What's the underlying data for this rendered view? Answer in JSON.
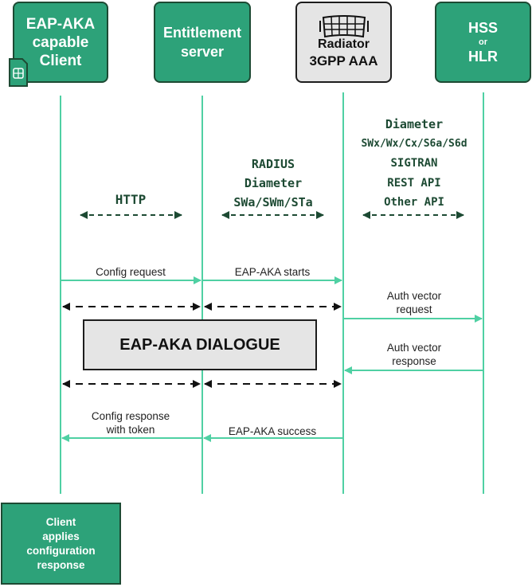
{
  "actors": {
    "client": "EAP-AKA\ncapable\nClient",
    "entitlement": "Entitlement\nserver",
    "aaa_brand": "Radiator",
    "aaa_sub": "3GPP AAA",
    "hss_line1": "HSS",
    "hss_or": "or",
    "hss_line2": "HLR"
  },
  "protocols": {
    "http": [
      "HTTP"
    ],
    "radius": [
      "RADIUS",
      "Diameter",
      "SWa/SWm/STa"
    ],
    "backend": [
      "Diameter",
      "SWx/Wx/Cx/S6a/S6d",
      "SIGTRAN",
      "REST API",
      "Other API"
    ]
  },
  "messages": {
    "config_request": "Config request",
    "eap_aka_starts": "EAP-AKA starts",
    "auth_vector_request": "Auth vector\nrequest",
    "auth_vector_response": "Auth vector\nresponse",
    "config_response": "Config response\nwith token",
    "eap_aka_success": "EAP-AKA success"
  },
  "dialogue": "EAP-AKA DIALOGUE",
  "result": "Client\napplies\nconfiguration\nresponse",
  "colors": {
    "green": "#2da279",
    "dark_green": "#1d4a33",
    "lifeline": "#4fd0a3",
    "grey_box": "#e5e5e5",
    "black": "#111111"
  },
  "icons": [
    "sim-card-icon",
    "radiator-grid-icon"
  ]
}
